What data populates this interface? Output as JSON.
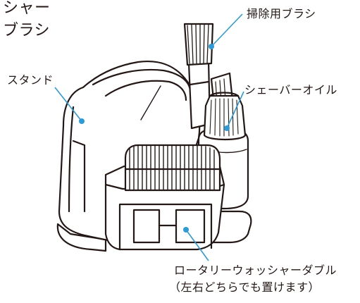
{
  "title": {
    "line1": "シャー",
    "line2": "ブラシ"
  },
  "labels": {
    "brush": "掃除用ブラシ",
    "stand": "スタンド",
    "oil": "シェーバーオイル",
    "rotary_line1": "ロータリーウォッシャーダブル",
    "rotary_line2": "（左右どちらでも置けます）"
  },
  "colors": {
    "ink": "#231815",
    "leader": "#2e9bd6",
    "dot": "#2e9bd6"
  }
}
